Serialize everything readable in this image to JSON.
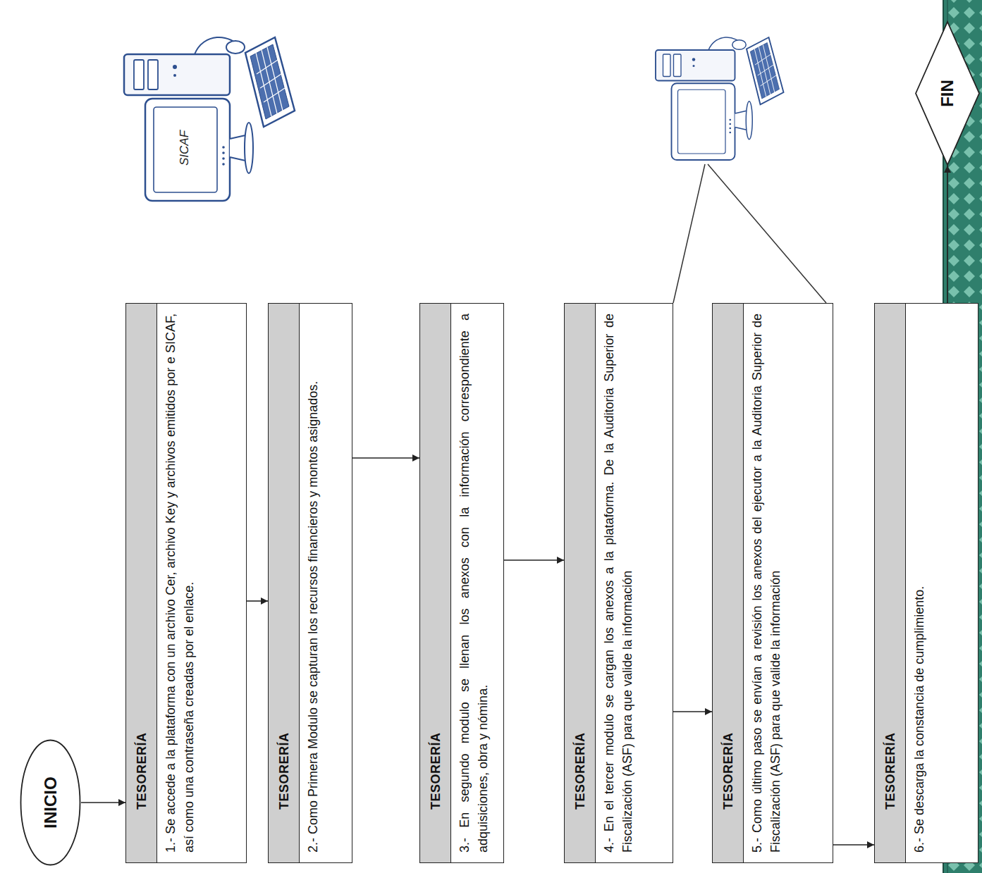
{
  "diagram": {
    "nodes": [
      {
        "text": [
          "INICIO"
        ]
      },
      {
        "text": [
          "TESORERÍA",
          "1.- Se accede a la plataforma con un archivo Cer, archivo Key y archivos emitidos por e SICAF, así como una contraseña creadas por el enlace."
        ]
      },
      {
        "text": [
          "TESORERÍA",
          "2.- Como Primera Modulo se capturan los recursos financieros y montos asignados."
        ]
      },
      {
        "text": [
          "TESORERÍA",
          "3.- En segundo modulo se llenan los anexos con la información correspondiente a adquisiciones, obra y nómina."
        ]
      },
      {
        "text": [
          "TESORERÍA",
          "4.- En el tercer modulo se cargan los anexos a la plataforma. De la Auditoria Superior de Fiscalización (ASF) para que valide la información"
        ]
      },
      {
        "text": [
          "TESORERÍA",
          "5.- Como último paso se envían a revisión los anexos del ejecutor a la Auditoria Superior de Fiscalización (ASF) para que valide la información"
        ]
      },
      {
        "text": [
          "TESORERÍA",
          "6.- Se descarga la constancia de cumplimiento."
        ]
      },
      {
        "text": [
          "FIN"
        ]
      }
    ],
    "edges": [
      {
        "from": 0,
        "to": 1,
        "arrow": "to"
      },
      {
        "from": 1,
        "to": 2,
        "arrow": "to"
      },
      {
        "from": 2,
        "to": 3,
        "arrow": "to"
      },
      {
        "from": 3,
        "to": 4,
        "arrow": "to"
      },
      {
        "from": 4,
        "to": 5,
        "arrow": "to"
      },
      {
        "from": 5,
        "to": 6,
        "arrow": "to"
      },
      {
        "from": 6,
        "to": 7,
        "arrow": "to"
      }
    ],
    "labels": [
      "SICAF"
    ]
  }
}
